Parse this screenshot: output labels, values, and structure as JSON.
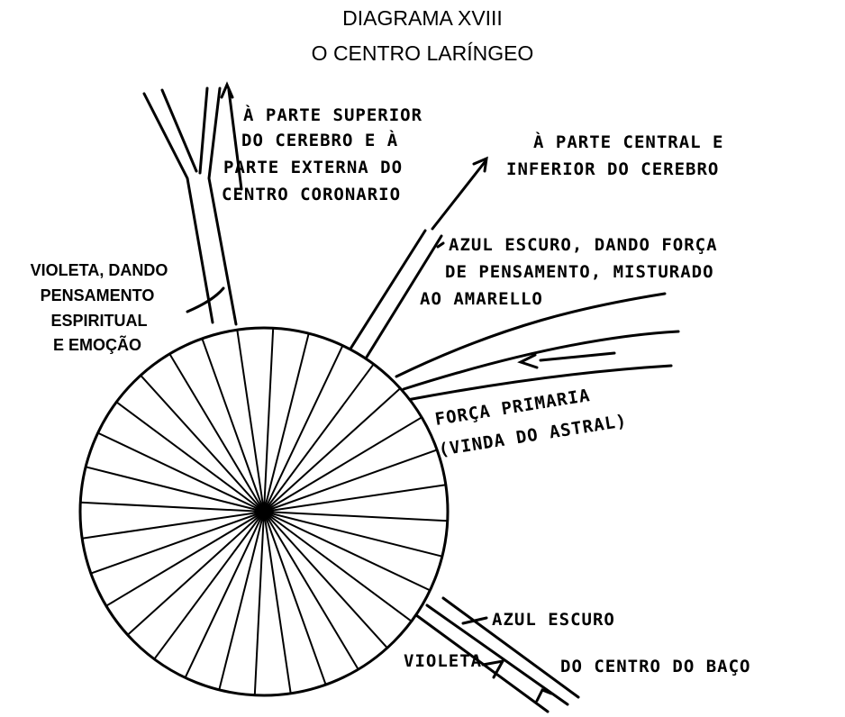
{
  "title": {
    "line1": "DIAGRAMA XVIII",
    "line2": "O CENTRO LARÍNGEO"
  },
  "labels": {
    "top_left": [
      "À PARTE SUPERIOR",
      "DO CEREBRO E À",
      "PARTE EXTERNA DO",
      "CENTRO CORONARIO"
    ],
    "top_right": [
      "À PARTE CENTRAL E",
      "INFERIOR DO CEREBRO"
    ],
    "dark_blue_yellow": [
      "AZUL ESCURO, DANDO FORÇA",
      "DE PENSAMENTO, MISTURADO",
      "AO AMARELLO"
    ],
    "violet_left": [
      "VIOLETA, DANDO",
      "PENSAMENTO",
      "ESPIRITUAL",
      "E EMOÇÃO"
    ],
    "primary_force": [
      "FORÇA PRIMARIA",
      "(VINDA DO ASTRAL)"
    ],
    "dark_blue": "AZUL ESCURO",
    "violet": "VIOLETA",
    "from_spleen": "DO CENTRO DO BAÇO"
  },
  "wheel": {
    "spokes": 32
  }
}
